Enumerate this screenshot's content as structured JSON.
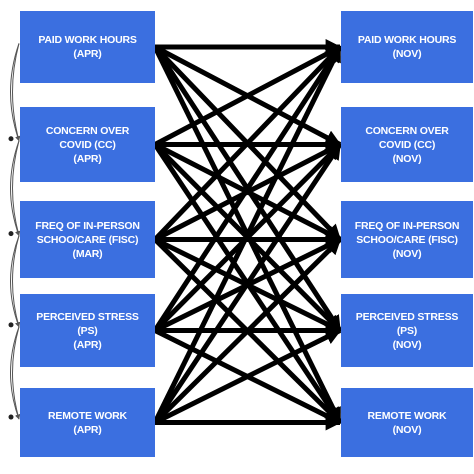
{
  "diagram": {
    "box_color": "#3b6fe0",
    "arrow_color": "#000000",
    "side_arc_color": "#555555",
    "left_nodes": [
      {
        "id": "apr-pwh",
        "lines": [
          "PAID WORK HOURS",
          "(APR)"
        ]
      },
      {
        "id": "apr-cc",
        "lines": [
          "CONCERN OVER",
          "COVID (CC)",
          "(APR)"
        ]
      },
      {
        "id": "mar-fisc",
        "lines": [
          "FREQ OF IN-PERSON",
          "SCHOO/CARE (FISC)",
          "(MAR)"
        ]
      },
      {
        "id": "apr-ps",
        "lines": [
          "PERCEIVED STRESS",
          "(PS)",
          "(APR)"
        ]
      },
      {
        "id": "apr-rw",
        "lines": [
          "REMOTE WORK",
          "(APR)"
        ]
      }
    ],
    "right_nodes": [
      {
        "id": "nov-pwh",
        "lines": [
          "PAID WORK HOURS",
          "(NOV)"
        ]
      },
      {
        "id": "nov-cc",
        "lines": [
          "CONCERN OVER",
          "COVID (CC)",
          "(NOV)"
        ]
      },
      {
        "id": "nov-fisc",
        "lines": [
          "FREQ OF IN-PERSON",
          "SCHOO/CARE (FISC)",
          "(NOV)"
        ]
      },
      {
        "id": "nov-ps",
        "lines": [
          "PERCEIVED STRESS",
          "(PS)",
          "(NOV)"
        ]
      },
      {
        "id": "nov-rw",
        "lines": [
          "REMOTE WORK",
          "(NOV)"
        ]
      }
    ]
  }
}
